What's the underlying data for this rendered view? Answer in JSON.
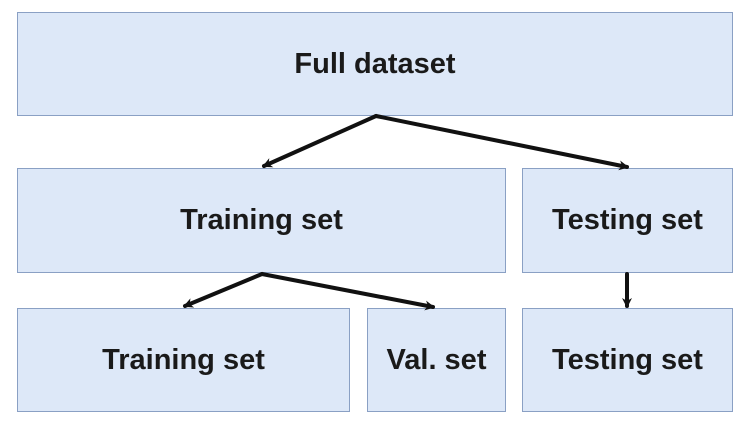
{
  "diagram": {
    "nodes": {
      "full_dataset": "Full dataset",
      "training_set": "Training set",
      "testing_set": "Testing set",
      "training_set_sub": "Training set",
      "val_set": "Val. set",
      "testing_set_sub": "Testing set"
    },
    "edges": [
      {
        "from": "Full dataset",
        "to": "Training set"
      },
      {
        "from": "Full dataset",
        "to": "Testing set"
      },
      {
        "from": "Training set",
        "to": "Training set"
      },
      {
        "from": "Training set",
        "to": "Val. set"
      },
      {
        "from": "Testing set",
        "to": "Testing set"
      }
    ],
    "colors": {
      "box_fill": "#dde8f8",
      "box_border": "#8aa0c4",
      "arrow": "#111111",
      "text": "#1a1a1a"
    }
  }
}
